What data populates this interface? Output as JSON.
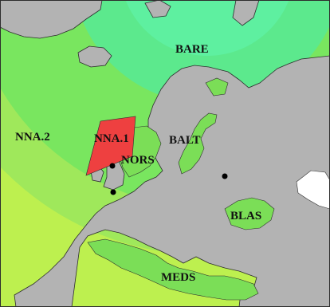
{
  "map": {
    "regions": [
      {
        "id": "nna1",
        "label": "NNA.1"
      },
      {
        "id": "nna2",
        "label": "NNA.2"
      },
      {
        "id": "nors",
        "label": "NORS"
      },
      {
        "id": "balt",
        "label": "BALT"
      },
      {
        "id": "bare",
        "label": "BARE"
      },
      {
        "id": "blas",
        "label": "BLAS"
      },
      {
        "id": "meds",
        "label": "MEDS"
      }
    ],
    "colors": {
      "background_land": "#b3b3b3",
      "outer_ocean": "#bdf04f",
      "mid_ocean": "#9fe85b",
      "nna2_ring": "#79e65f",
      "north_band": "#5ce98d",
      "arctic_band": "#5ef0a0",
      "sea_green": "#7bde57",
      "nna1_red": "#ee4040",
      "land_white": "#ffffff",
      "border": "#2d2d2d",
      "point": "#000000"
    },
    "point_count": 3
  }
}
